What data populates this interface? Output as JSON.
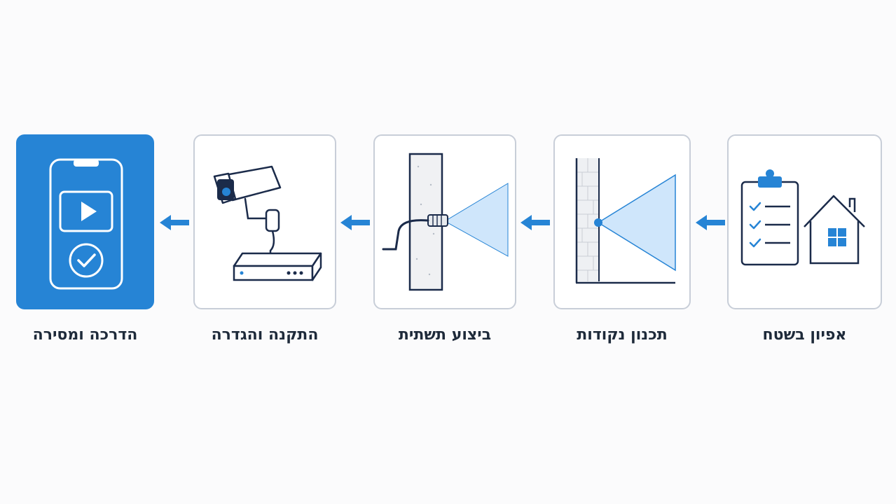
{
  "steps": [
    {
      "id": "field-characterization",
      "label": "אפיון בשטח",
      "icon": "clipboard-house-icon"
    },
    {
      "id": "point-planning",
      "label": "תכנון נקודות",
      "icon": "wall-coverage-icon"
    },
    {
      "id": "infrastructure",
      "label": "ביצוע תשתית",
      "icon": "wall-cable-icon"
    },
    {
      "id": "installation",
      "label": "התקנה והגדרה",
      "icon": "camera-nvr-icon"
    },
    {
      "id": "training",
      "label": "הדרכה ומסירה",
      "icon": "phone-app-icon",
      "active": true
    }
  ],
  "colors": {
    "accent": "#2684d5",
    "line": "#1b2b4a",
    "border": "#c8ced8",
    "coverage": "#cfe6fb"
  }
}
